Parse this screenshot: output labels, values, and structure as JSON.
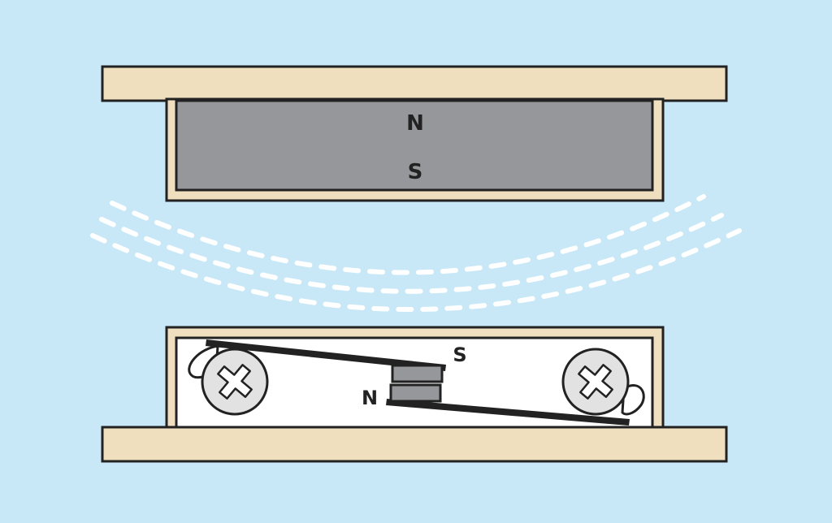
{
  "colors": {
    "background": "#c8e8f8",
    "housing": "#efdfbf",
    "outline": "#222222",
    "magnet": "#96979b",
    "small_magnet": "#96979b",
    "switch_body": "#ffffff",
    "screw": "#e2e2e2",
    "field_lines": "#ffffff"
  },
  "upper_magnet": {
    "north_label": "N",
    "south_label": "S"
  },
  "reed_switch": {
    "upper_contact_label": "S",
    "lower_contact_label": "N"
  },
  "icons": {
    "left_screw": "phillips-screw-icon",
    "right_screw": "phillips-screw-icon"
  },
  "field_lines": {
    "count": 3,
    "style": "dashed"
  }
}
